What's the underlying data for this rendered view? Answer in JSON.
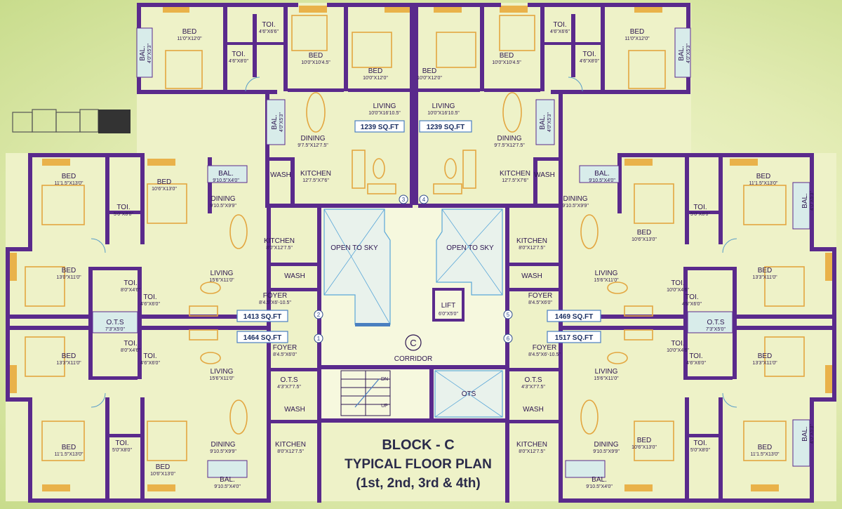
{
  "title": {
    "line1": "BLOCK - C",
    "line2": "TYPICAL FLOOR PLAN",
    "line3": "(1st, 2nd, 3rd & 4th)"
  },
  "units": [
    {
      "id": "unit-3",
      "number": "3",
      "area": "1239 SQ.FT"
    },
    {
      "id": "unit-4",
      "number": "4",
      "area": "1239 SQ.FT"
    },
    {
      "id": "unit-2",
      "number": "2",
      "area": "1413 SQ.FT"
    },
    {
      "id": "unit-5",
      "number": "5",
      "area": "1469 SQ.FT"
    },
    {
      "id": "unit-1",
      "number": "1",
      "area": "1464 SQ.FT"
    },
    {
      "id": "unit-6",
      "number": "6",
      "area": "1517 SQ.FT"
    }
  ],
  "core": {
    "corridor_letter": "C",
    "corridor_label": "CORRIDOR",
    "open_to_sky": "OPEN TO SKY",
    "lift": "LIFT",
    "lift_dim": "6'0\"X5'0\"",
    "ots": "OTS",
    "stair_dn": "DN",
    "stair_up": "UP"
  },
  "rooms": [
    {
      "name": "BED",
      "dim": "11'0\"X12'0\""
    },
    {
      "name": "TOI.",
      "dim": "4'6\"X6'6\""
    },
    {
      "name": "TOI.",
      "dim": "4'6\"X8'0\""
    },
    {
      "name": "BED",
      "dim": "10'0\"X10'4.5\""
    },
    {
      "name": "BED",
      "dim": "10'0\"X12'0\""
    },
    {
      "name": "BAL.",
      "dim": "4'0\"X5'3\""
    },
    {
      "name": "BED",
      "dim": "10'0\"X12'0\""
    },
    {
      "name": "BED",
      "dim": "10'0\"X10'4.5\""
    },
    {
      "name": "TOI.",
      "dim": "4'6\"X6'6\""
    },
    {
      "name": "TOI.",
      "dim": "4'6\"X8'0\""
    },
    {
      "name": "BED",
      "dim": "11'0\"X12'0\""
    },
    {
      "name": "BAL.",
      "dim": "4'0\"X5'3\""
    },
    {
      "name": "LIVING",
      "dim": "10'0\"X16'10.5\""
    },
    {
      "name": "LIVING",
      "dim": "10'0\"X16'10.5\""
    },
    {
      "name": "BAL.",
      "dim": "4'0\"X5'3\""
    },
    {
      "name": "BAL.",
      "dim": "4'0\"X5'3\""
    },
    {
      "name": "DINING",
      "dim": "9'7.5\"X12'7.5\""
    },
    {
      "name": "DINING",
      "dim": "9'7.5\"X12'7.5\""
    },
    {
      "name": "KITCHEN",
      "dim": "12'7.5\"X7'6\""
    },
    {
      "name": "KITCHEN",
      "dim": "12'7.5\"X7'6\""
    },
    {
      "name": "WASH",
      "dim": ""
    },
    {
      "name": "WASH",
      "dim": ""
    },
    {
      "name": "BED",
      "dim": "11'1.5\"X13'0\""
    },
    {
      "name": "TOI.",
      "dim": "5'0\"X8'0\""
    },
    {
      "name": "BED",
      "dim": "10'6\"X13'0\""
    },
    {
      "name": "BAL.",
      "dim": "9'10.5\"X4'0\""
    },
    {
      "name": "DINING",
      "dim": "9'10.5\"X9'9\""
    },
    {
      "name": "KITCHEN",
      "dim": "8'0\"X12'7.5\""
    },
    {
      "name": "WASH",
      "dim": ""
    },
    {
      "name": "BED",
      "dim": "13'0\"X11'0\""
    },
    {
      "name": "TOI.",
      "dim": "8'0\"X4'6\""
    },
    {
      "name": "TOI.",
      "dim": "4'6\"X6'0\""
    },
    {
      "name": "LIVING",
      "dim": "15'6\"X11'0\""
    },
    {
      "name": "FOYER",
      "dim": "8'4.5\"X6'-10.5\""
    },
    {
      "name": "O.T.S",
      "dim": "7'3\"X5'0\""
    },
    {
      "name": "BED",
      "dim": "13'3\"X11'0\""
    },
    {
      "name": "TOI.",
      "dim": "8'0\"X4'6\""
    },
    {
      "name": "TOI.",
      "dim": "4'6\"X6'0\""
    },
    {
      "name": "FOYER",
      "dim": "8'4.5\"X6'0\""
    },
    {
      "name": "LIVING",
      "dim": "15'6\"X11'0\""
    },
    {
      "name": "O.T.S",
      "dim": "4'3\"X7'7.5\""
    },
    {
      "name": "WASH",
      "dim": ""
    },
    {
      "name": "KITCHEN",
      "dim": "8'0\"X12'7.5\""
    },
    {
      "name": "BED",
      "dim": "11'1.5\"X13'0\""
    },
    {
      "name": "TOI.",
      "dim": "5'0\"X8'0\""
    },
    {
      "name": "BED",
      "dim": "10'6\"X13'0\""
    },
    {
      "name": "DINING",
      "dim": "9'10.5\"X9'9\""
    },
    {
      "name": "BAL.",
      "dim": "9'10.5\"X4'0\""
    },
    {
      "name": "BED",
      "dim": "10'6\"X13'0\""
    },
    {
      "name": "TOI.",
      "dim": "5'0\"X8'0\""
    },
    {
      "name": "BED",
      "dim": "11'1.5\"X13'0\""
    },
    {
      "name": "BAL.",
      "dim": "4'0\"X5'3\""
    },
    {
      "name": "BAL.",
      "dim": "9'10.5\"X4'0\""
    },
    {
      "name": "DINING",
      "dim": "9'10.5\"X9'9\""
    },
    {
      "name": "KITCHEN",
      "dim": "8'0\"X12'7.5\""
    },
    {
      "name": "WASH",
      "dim": ""
    },
    {
      "name": "LIVING",
      "dim": "15'6\"X11'0\""
    },
    {
      "name": "FOYER",
      "dim": "8'4.5\"X6'-10.5\""
    },
    {
      "name": "BED",
      "dim": "13'3\"X11'0\""
    },
    {
      "name": "TOI.",
      "dim": "10'0\"X4'6\""
    },
    {
      "name": "TOI.",
      "dim": "4'6\"X6'0\""
    },
    {
      "name": "O.T.S",
      "dim": "7'3\"X5'0\""
    },
    {
      "name": "BED",
      "dim": "13'3\"X11'0\""
    },
    {
      "name": "TOI.",
      "dim": "10'0\"X4'6\""
    },
    {
      "name": "TOI.",
      "dim": "4'6\"X6'0\""
    },
    {
      "name": "FOYER",
      "dim": "8'4.5\"X6'0\""
    },
    {
      "name": "LIVING",
      "dim": "15'6\"X11'0\""
    },
    {
      "name": "O.T.S",
      "dim": "4'3\"X7'7.5\""
    },
    {
      "name": "WASH",
      "dim": ""
    },
    {
      "name": "KITCHEN",
      "dim": "8'0\"X12'7.5\""
    },
    {
      "name": "DINING",
      "dim": "9'10.5\"X9'9\""
    },
    {
      "name": "BAL.",
      "dim": "9'10.5\"X4'0\""
    },
    {
      "name": "BED",
      "dim": "10'6\"X13'0\""
    },
    {
      "name": "TOI.",
      "dim": "5'0\"X8'0\""
    },
    {
      "name": "BED",
      "dim": "11'1.5\"X13'0\""
    },
    {
      "name": "BAL.",
      "dim": "4'0\"X5'3\""
    }
  ],
  "colors": {
    "wall": "#5a2a8c",
    "floor": "#eef2c8",
    "furniture": "#e3a640",
    "background": "#d8e6a0"
  }
}
